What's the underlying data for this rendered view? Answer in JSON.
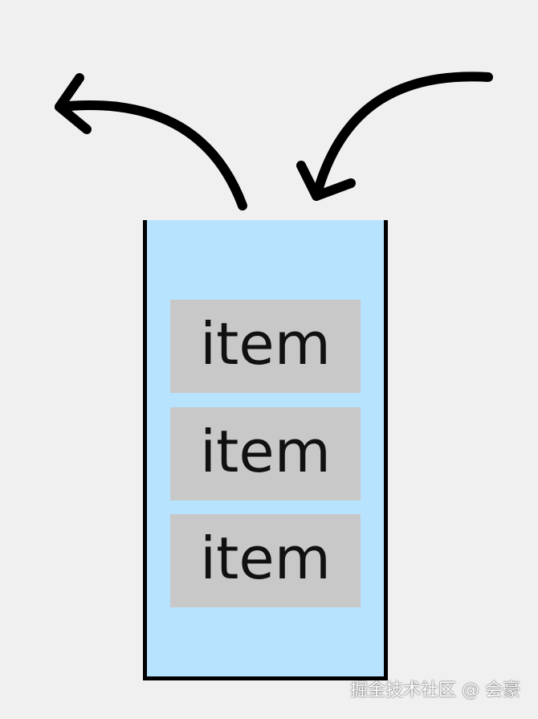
{
  "stack": {
    "items": [
      "item",
      "item",
      "item"
    ]
  },
  "arrows": {
    "pop": {
      "direction": "out"
    },
    "push": {
      "direction": "in"
    }
  },
  "colors": {
    "background": "#f0f0f0",
    "container_fill": "#b7e3fe",
    "item_fill": "#c8c8c8",
    "stroke": "#000000"
  },
  "watermark": "掘金技术社区 @ 会豪"
}
